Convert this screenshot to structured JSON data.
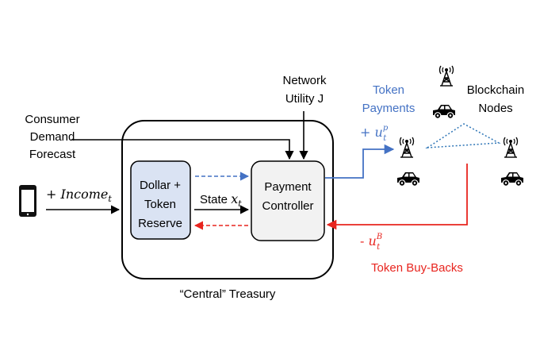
{
  "labels": {
    "network_line1": "Network",
    "network_line2": "Utility J",
    "consumer_line1": "Consumer",
    "consumer_line2": "Demand",
    "consumer_line3": "Forecast",
    "income_prefix": "+ ",
    "income_var": "Income",
    "income_sub": "t",
    "reserve_line1": "Dollar +",
    "reserve_line2": "Token",
    "reserve_line3": "Reserve",
    "controller_line1": "Payment",
    "controller_line2": "Controller",
    "state_word": "State ",
    "state_var": "x",
    "state_sub": "t",
    "treasury": "“Central” Treasury",
    "token_payments_line1": "Token",
    "token_payments_line2": "Payments",
    "u_p_prefix": "+ ",
    "u_p_var": "u",
    "u_p_sup": "p",
    "u_p_sub": "t",
    "blockchain_line1": "Blockchain",
    "blockchain_line2": "Nodes",
    "u_b_prefix": "- ",
    "u_b_var": "u",
    "u_b_sup": "B",
    "u_b_sub": "t",
    "buybacks": "Token Buy-Backs"
  },
  "icons": [
    "phone-icon",
    "tower-icon",
    "car-icon"
  ],
  "colors": {
    "blue": "#4472c4",
    "red": "#e8251f",
    "reserve_fill": "#dae3f3",
    "controller_fill": "#f2f2f2",
    "dotted_network": "#2e75b6"
  }
}
